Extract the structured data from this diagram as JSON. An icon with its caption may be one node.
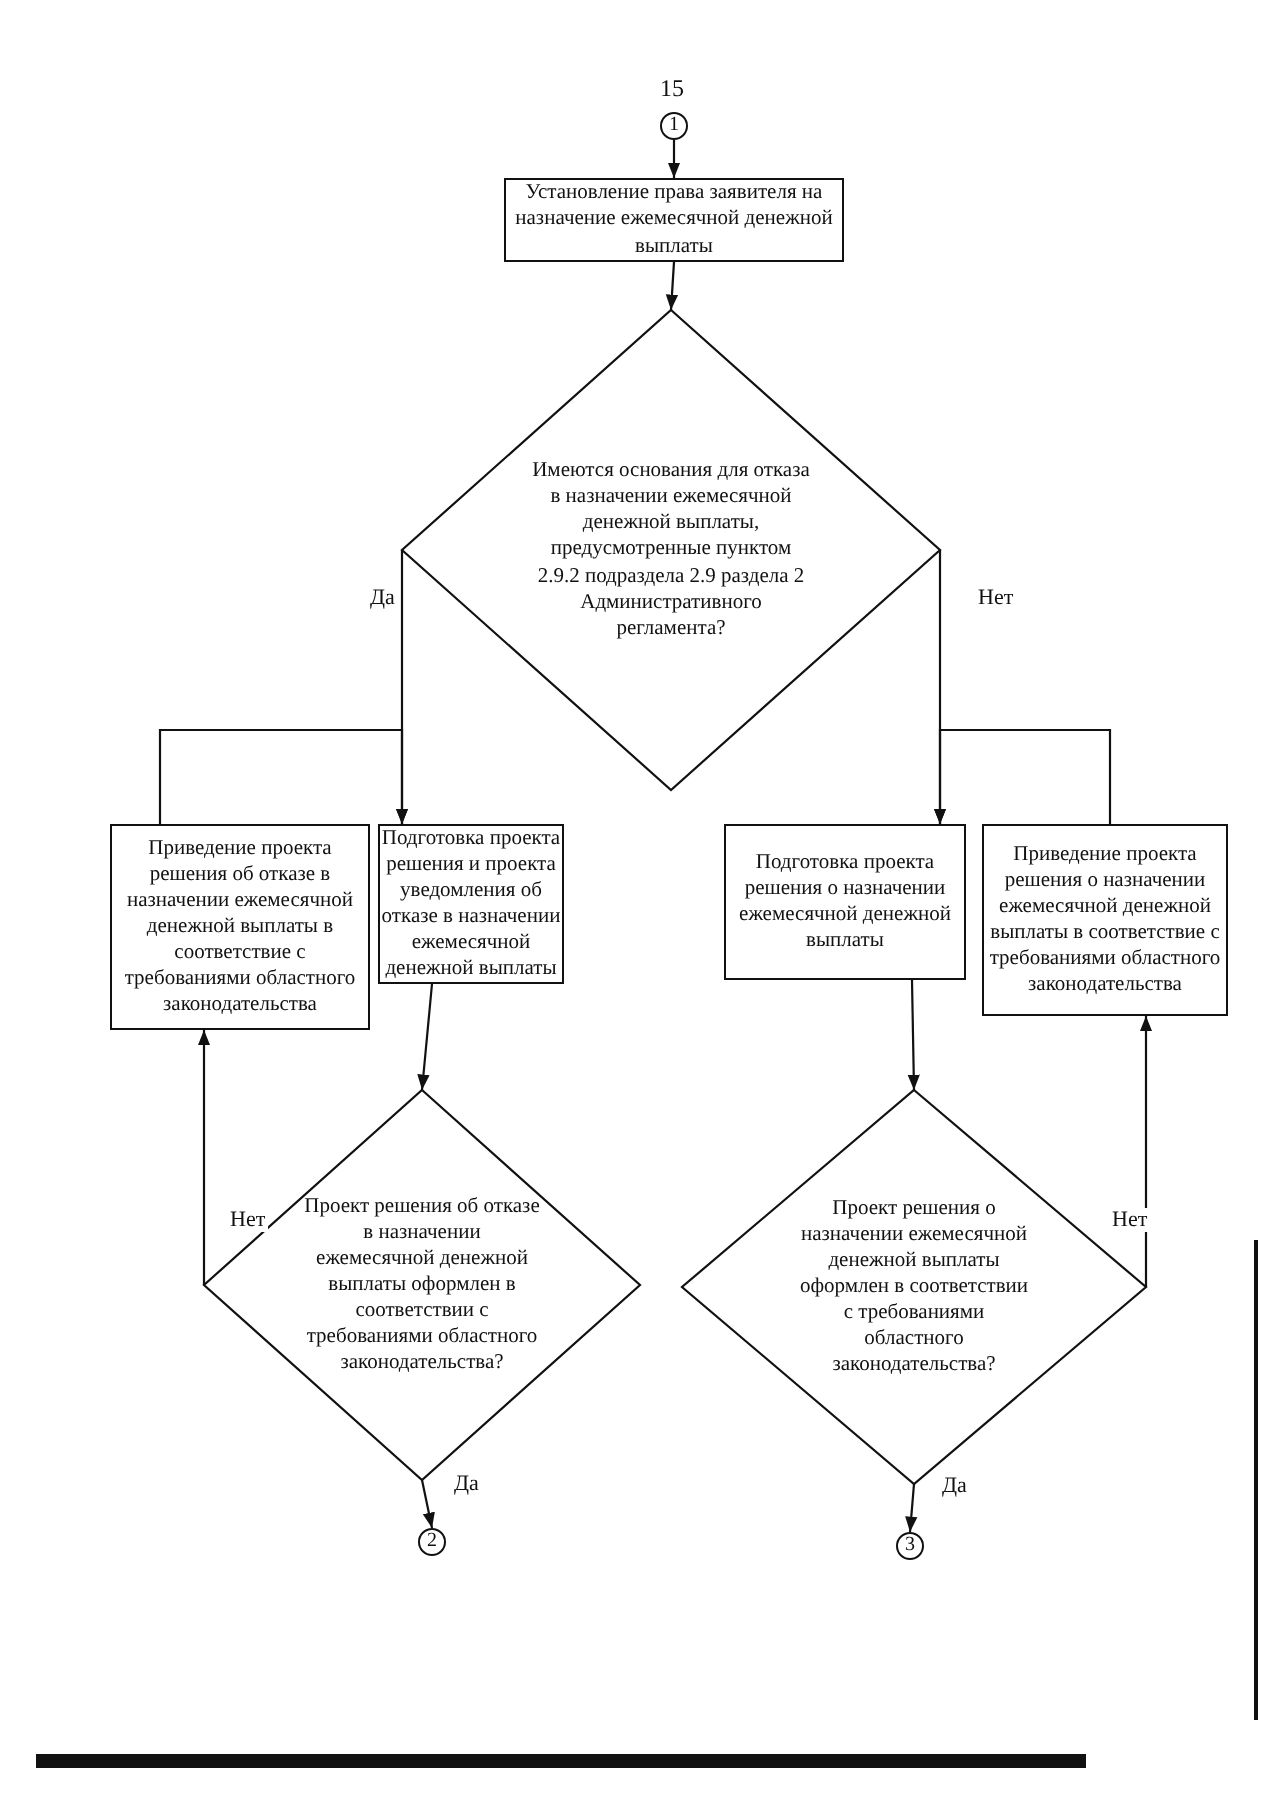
{
  "diagram": {
    "nodes": [
      {
        "text": [
          "1"
        ]
      },
      {
        "text": [
          "Установление права заявителя на назначение ежемесячной денежной выплаты"
        ]
      },
      {
        "text": [
          "Имеются основания для отказа в назначении ежемесячной денежной выплаты, предусмотренные пунктом 2.9.2 подраздела 2.9 раздела 2 Административного регламента?"
        ]
      },
      {
        "text": [
          "Приведение проекта решения об отказе в назначении ежемесячной денежной выплаты в соответствие с требованиями областного законодательства"
        ]
      },
      {
        "text": [
          "Подготовка проекта решения и проекта уведомления об отказе в назначении ежемесячной денежной выплаты"
        ]
      },
      {
        "text": [
          "Подготовка проекта решения о назначении ежемесячной денежной выплаты"
        ]
      },
      {
        "text": [
          "Приведение проекта решения о назначении ежемесячной денежной выплаты в соответствие с требованиями областного законодательства"
        ]
      },
      {
        "text": [
          "Проект решения об отказе в назначении ежемесячной денежной выплаты оформлен в соответствии с требованиями областного законодательства?"
        ]
      },
      {
        "text": [
          "Проект решения о назначении ежемесячной денежной выплаты оформлен в соответствии с требованиями областного законодательства?"
        ]
      },
      {
        "text": [
          "2"
        ]
      },
      {
        "text": [
          "3"
        ]
      }
    ],
    "edges": [
      {
        "from": 0,
        "to": 1,
        "arrow": "to"
      },
      {
        "from": 1,
        "to": 2,
        "arrow": "to"
      },
      {
        "from": 2,
        "to": 4,
        "arrow": "to",
        "label": "Да"
      },
      {
        "from": 2,
        "to": 5,
        "arrow": "to",
        "label": "Нет"
      },
      {
        "from": 3,
        "to": 4,
        "arrow": "to"
      },
      {
        "from": 6,
        "to": 5,
        "arrow": "to"
      },
      {
        "from": 4,
        "to": 7,
        "arrow": "to"
      },
      {
        "from": 5,
        "to": 8,
        "arrow": "to"
      },
      {
        "from": 7,
        "to": 3,
        "arrow": "to",
        "label": "Нет"
      },
      {
        "from": 7,
        "to": 9,
        "arrow": "to",
        "label": "Да"
      },
      {
        "from": 8,
        "to": 6,
        "arrow": "to",
        "label": "Нет"
      },
      {
        "from": 8,
        "to": 10,
        "arrow": "to",
        "label": "Да"
      }
    ],
    "labels": [
      "15"
    ]
  }
}
